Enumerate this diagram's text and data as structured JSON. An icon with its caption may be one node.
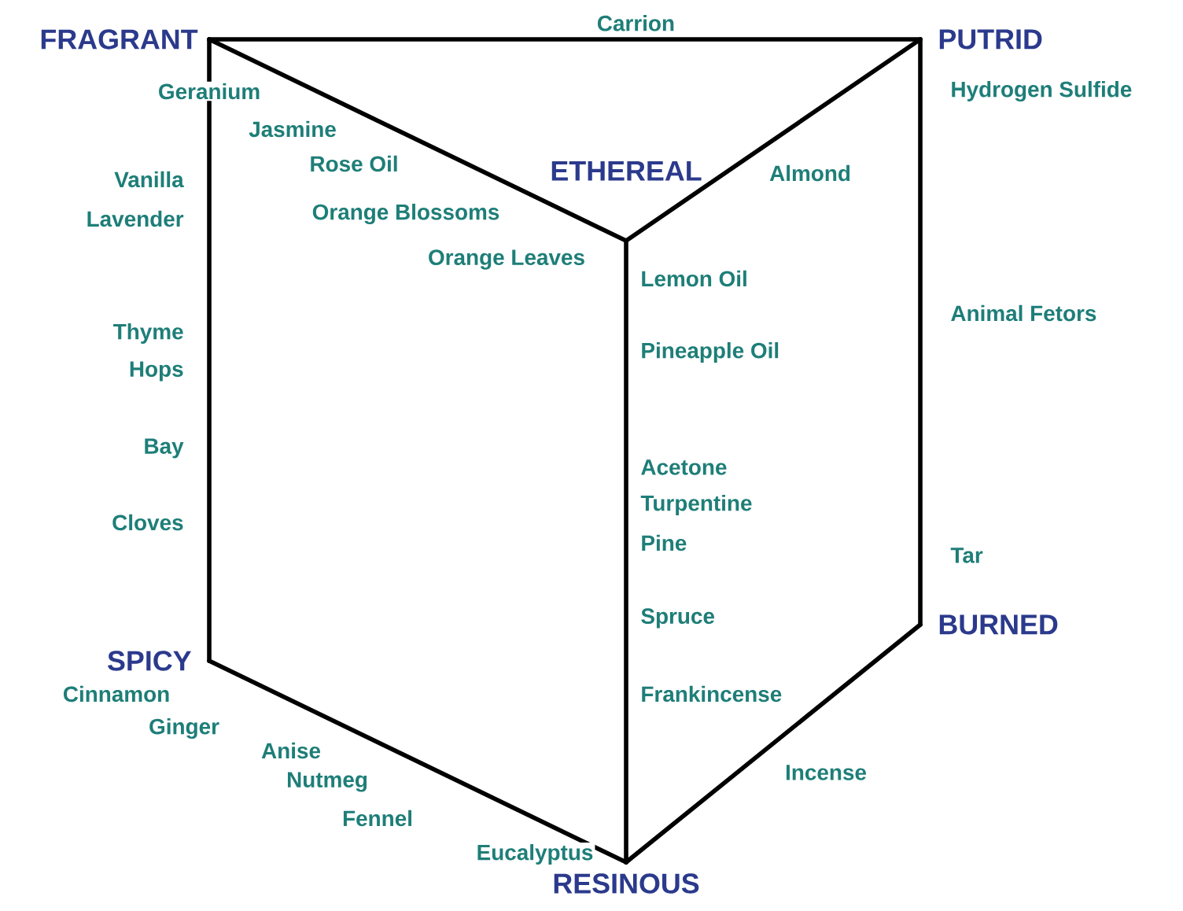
{
  "diagram": {
    "nodes": [
      {
        "text": [
          "FRAGRANT"
        ]
      },
      {
        "text": [
          "PUTRID"
        ]
      },
      {
        "text": [
          "ETHEREAL"
        ]
      },
      {
        "text": [
          "SPICY"
        ]
      },
      {
        "text": [
          "BURNED"
        ]
      },
      {
        "text": [
          "RESINOUS"
        ]
      }
    ],
    "edges": [
      {
        "from": 0,
        "to": 1,
        "arrow": "none",
        "label": "Carrion"
      },
      {
        "from": 0,
        "to": 2,
        "arrow": "none"
      },
      {
        "from": 1,
        "to": 2,
        "arrow": "none"
      },
      {
        "from": 0,
        "to": 3,
        "arrow": "none"
      },
      {
        "from": 1,
        "to": 4,
        "arrow": "none"
      },
      {
        "from": 2,
        "to": 5,
        "arrow": "none"
      },
      {
        "from": 3,
        "to": 5,
        "arrow": "none"
      },
      {
        "from": 4,
        "to": 5,
        "arrow": "none"
      }
    ],
    "labels": [
      "Geranium",
      "Hydrogen Sulfide",
      "Jasmine",
      "Rose Oil",
      "Vanilla",
      "Almond",
      "Lavender",
      "Orange Blossoms",
      "Orange Leaves",
      "Lemon Oil",
      "Animal Fetors",
      "Thyme",
      "Pineapple Oil",
      "Hops",
      "Bay",
      "Acetone",
      "Turpentine",
      "Cloves",
      "Pine",
      "Tar",
      "Spruce",
      "Cinnamon",
      "Frankincense",
      "Ginger",
      "Anise",
      "Incense",
      "Nutmeg",
      "Fennel",
      "Eucalyptus"
    ]
  }
}
